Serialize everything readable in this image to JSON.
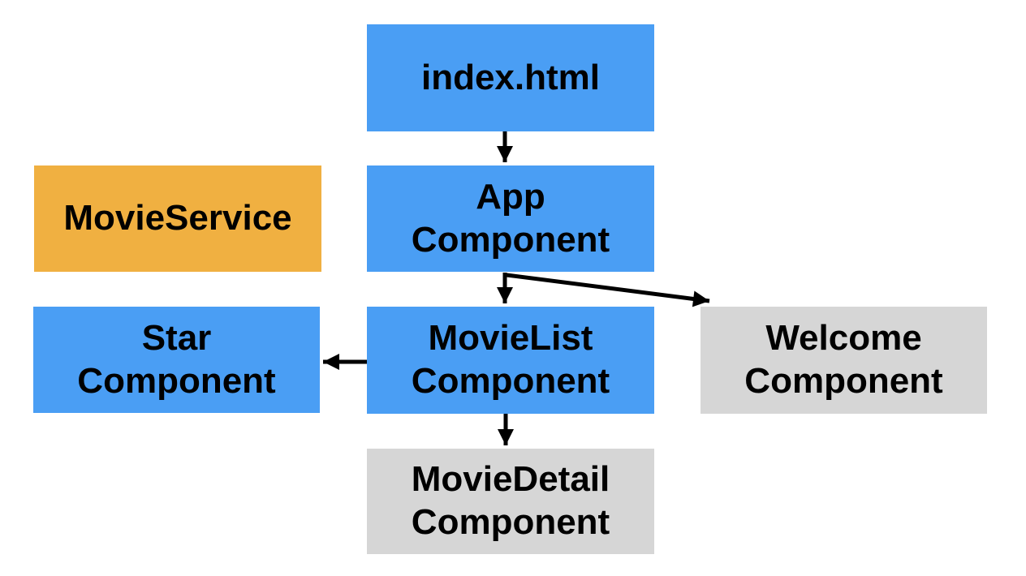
{
  "diagram": {
    "background": "#FFFFFF",
    "colors": {
      "component_blue": "#4A9EF4",
      "service_orange": "#F0B041",
      "inactive_gray": "#D6D6D6",
      "arrow_black": "#000000",
      "text_black": "#000000"
    },
    "nodes": {
      "index_html": {
        "lines": [
          "index.html"
        ],
        "fill_key": "component_blue"
      },
      "movie_service": {
        "lines": [
          "MovieService"
        ],
        "fill_key": "service_orange"
      },
      "app_component": {
        "lines": [
          "App",
          "Component"
        ],
        "fill_key": "component_blue"
      },
      "star_component": {
        "lines": [
          "Star",
          "Component"
        ],
        "fill_key": "component_blue"
      },
      "movielist_component": {
        "lines": [
          "MovieList",
          "Component"
        ],
        "fill_key": "component_blue"
      },
      "welcome_component": {
        "lines": [
          "Welcome",
          "Component"
        ],
        "fill_key": "inactive_gray"
      },
      "moviedetail_component": {
        "lines": [
          "MovieDetail",
          "Component"
        ],
        "fill_key": "inactive_gray"
      }
    },
    "edges": [
      {
        "from": "index_html",
        "to": "app_component",
        "direction": "down"
      },
      {
        "from": "app_component",
        "to": "movielist_component",
        "direction": "down"
      },
      {
        "from": "app_component",
        "to": "welcome_component",
        "direction": "diagonal-right"
      },
      {
        "from": "movielist_component",
        "to": "star_component",
        "direction": "left"
      },
      {
        "from": "movielist_component",
        "to": "moviedetail_component",
        "direction": "down"
      }
    ]
  }
}
